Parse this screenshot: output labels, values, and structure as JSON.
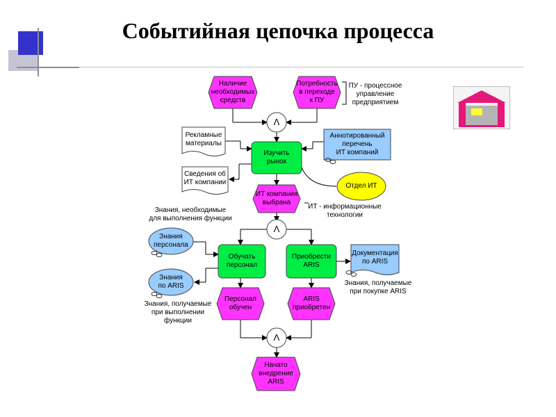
{
  "slide": {
    "title": "Событийная цепочка процесса"
  },
  "diagram": {
    "events": {
      "e1": [
        "Наличие",
        "необходимых",
        "средств"
      ],
      "e2": [
        "Потребность",
        "в переходе",
        "к ПУ"
      ],
      "e3": [
        "ИТ компания",
        "выбрана"
      ],
      "e4": [
        "Персонал",
        "обучен"
      ],
      "e5": [
        "ARIS",
        "приобретен"
      ],
      "e6": [
        "Начато",
        "внедрение",
        "ARIS"
      ]
    },
    "functions": {
      "f1": [
        "Изучить",
        "рынок"
      ],
      "f2": [
        "Обучать",
        "персонал"
      ],
      "f3": [
        "Приобрести",
        "ARIS"
      ]
    },
    "operators": {
      "and1": "Λ",
      "and2": "Λ",
      "and3": "Λ"
    },
    "documents": {
      "d1": [
        "Рекламные",
        "материалы"
      ],
      "d2": [
        "Сведения об",
        "ИТ компании"
      ],
      "d3": [
        "Документация",
        "по ARIS"
      ]
    },
    "lists": {
      "l1": [
        "Аннотированный",
        "перечень",
        "ИТ компаний"
      ]
    },
    "org_units": {
      "o1": "Отдел ИТ"
    },
    "knowledge": {
      "k1": [
        "Знания",
        "персонала"
      ],
      "k2": [
        "Знания",
        "по ARIS"
      ]
    },
    "annotations": {
      "a1": [
        "ПУ - процессное",
        "управление",
        "предприятием"
      ],
      "a2": [
        "ИТ - информационные",
        "технологии"
      ],
      "a3": [
        "Знания, необходимые",
        "для выполнения функции"
      ],
      "a4": [
        "Знания, получаемые",
        "при покупке ARIS"
      ],
      "a5": [
        "Знания, получаемые",
        "при выполнении",
        "функции"
      ]
    }
  },
  "colors": {
    "event": "#ff33ff",
    "function": "#00ee44",
    "document": "#99ccff",
    "knowledge": "#99ccff",
    "org_unit": "#ffff00",
    "deco_blue": "#3333cc",
    "deco_gray": "#b8b8c8",
    "house": "#e6177a"
  }
}
